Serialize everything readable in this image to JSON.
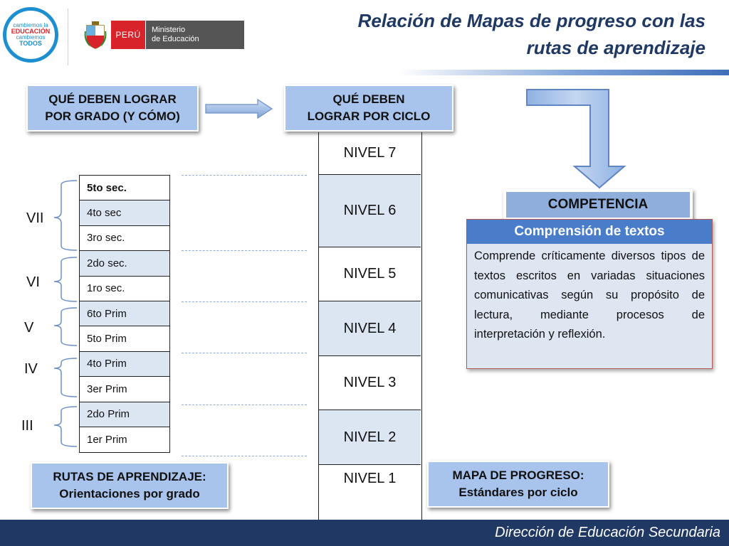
{
  "header": {
    "logo_lines": [
      "cambiemos la",
      "EDUCACIÓN",
      "cambiemos",
      "TODOS"
    ],
    "country": "PERÚ",
    "ministry": [
      "Ministerio",
      "de Educación"
    ],
    "title_line1": "Relación de Mapas de progreso con las",
    "title_line2": "rutas de aprendizaje"
  },
  "boxes": {
    "grado": [
      "QUÉ DEBEN LOGRAR",
      "POR GRADO (Y CÓMO)"
    ],
    "ciclo": [
      "QUÉ DEBEN",
      "LOGRAR POR CICLO"
    ],
    "rutas": [
      "RUTAS DE APRENDIZAJE:",
      "Orientaciones por grado"
    ],
    "mapa": [
      "MAPA DE PROGRESO:",
      "Estándares por ciclo"
    ]
  },
  "niveles": [
    "NIVEL 7",
    "NIVEL 6",
    "NIVEL 5",
    "NIVEL 4",
    "NIVEL 3",
    "NIVEL 2",
    "NIVEL 1"
  ],
  "grados": [
    "5to sec.",
    "4to sec",
    "3ro sec.",
    "2do sec.",
    "1ro sec.",
    "6to Prim",
    "5to Prim",
    "4to Prim",
    "3er Prim",
    "2do Prim",
    "1er Prim"
  ],
  "ciclos": [
    "VII",
    "VI",
    "V",
    "IV",
    "III"
  ],
  "competencia": {
    "label": "COMPETENCIA",
    "title": "Comprensión  de textos",
    "text": "Comprende críticamente diversos tipos de textos escritos en variadas situaciones comunicativas según su propósito de lectura, mediante procesos de interpretación y reflexión."
  },
  "footer": "Dirección de Educación Secundaria",
  "colors": {
    "navy": "#1f3864",
    "box_blue": "#a9c4ec",
    "header_blue": "#4a7dc9",
    "shade": "#dce6f2"
  }
}
